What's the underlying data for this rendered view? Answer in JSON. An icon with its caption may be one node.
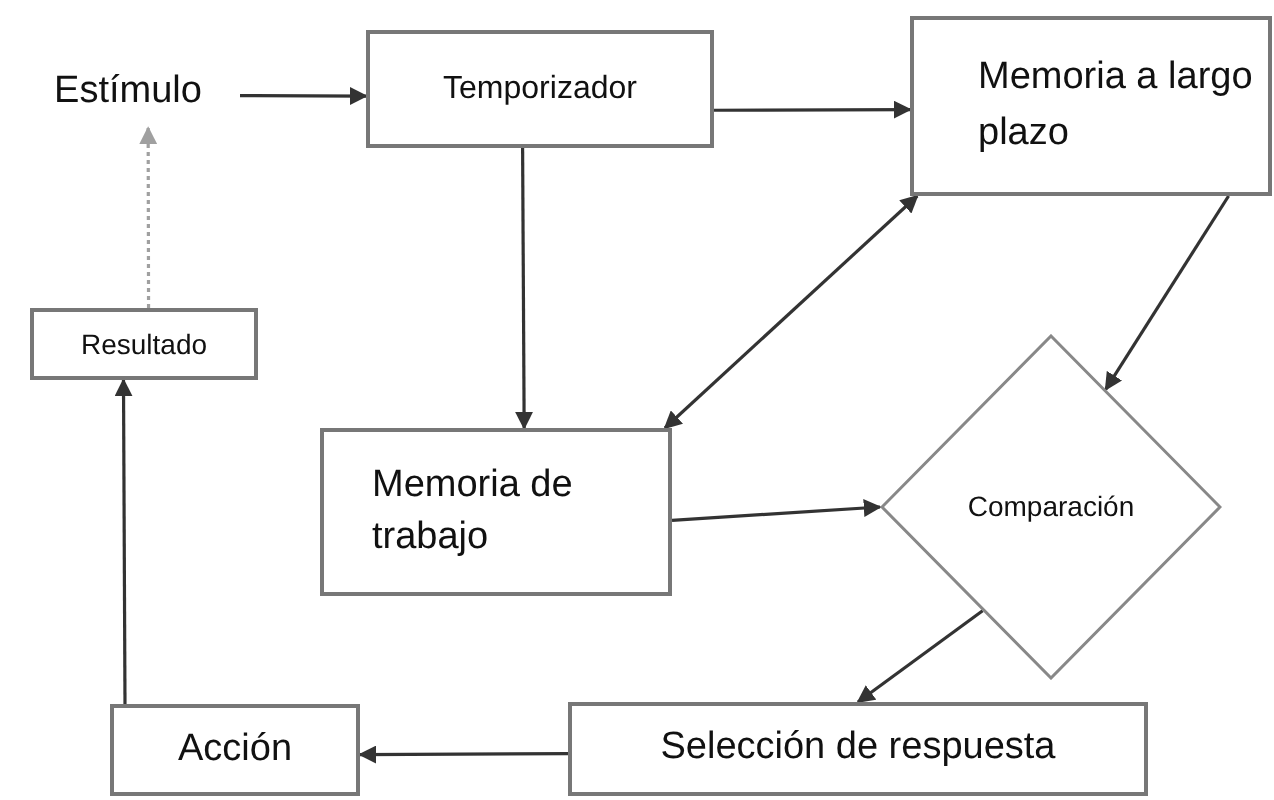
{
  "diagram": {
    "nodes": [
      {
        "text": [
          "Estímulo"
        ]
      },
      {
        "text": [
          "Temporizador"
        ]
      },
      {
        "text": [
          "Memoria a largo plazo"
        ]
      },
      {
        "text": [
          "Resultado"
        ]
      },
      {
        "text": [
          "Memoria de trabajo"
        ]
      },
      {
        "text": [
          "Comparación"
        ]
      },
      {
        "text": [
          "Acción"
        ]
      },
      {
        "text": [
          "Selección de respuesta"
        ]
      }
    ],
    "edges": [
      {
        "from": 0,
        "to": 1,
        "arrow": "to"
      },
      {
        "from": 1,
        "to": 2,
        "arrow": "to"
      },
      {
        "from": 1,
        "to": 4,
        "arrow": "to"
      },
      {
        "from": 2,
        "to": 4,
        "arrow": "both"
      },
      {
        "from": 2,
        "to": 5,
        "arrow": "to"
      },
      {
        "from": 4,
        "to": 5,
        "arrow": "to"
      },
      {
        "from": 5,
        "to": 7,
        "arrow": "to"
      },
      {
        "from": 7,
        "to": 6,
        "arrow": "to"
      },
      {
        "from": 6,
        "to": 3,
        "arrow": "to"
      },
      {
        "from": 3,
        "to": 0,
        "arrow": "to",
        "style": "dashed",
        "color": "#a0a0a0"
      }
    ]
  }
}
